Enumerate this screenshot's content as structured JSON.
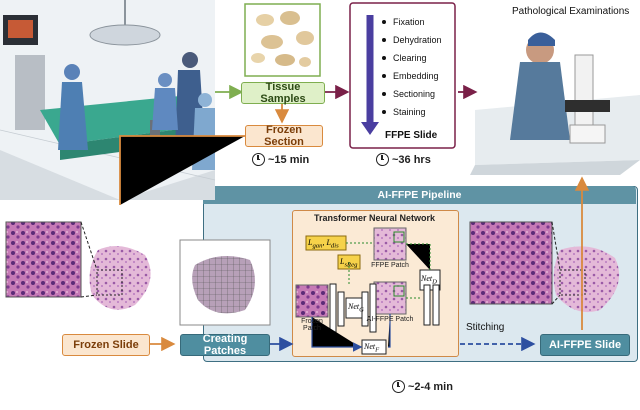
{
  "top": {
    "tissue_samples": "Tissue Samples",
    "frozen_section": "Frozen Section",
    "timer_frozen": "~15 min",
    "timer_ffpe": "~36 hrs",
    "pathological": "Pathological Examinations",
    "ffpe_steps": [
      "Fixation",
      "Dehydration",
      "Clearing",
      "Embedding",
      "Sectioning",
      "Staining"
    ],
    "ffpe_slide": "FFPE Slide"
  },
  "pipeline": {
    "title": "AI-FFPE Pipeline",
    "frozen_slide": "Frozen Slide",
    "creating_patches": "Creating Patches",
    "stitching": "Stitching",
    "ai_ffpe_slide": "AI-FFPE Slide",
    "timer": "~2-4 min"
  },
  "transformer": {
    "title": "Transformer Neural Network",
    "ffpe_patch": "FFPE Patch",
    "ai_ffpe_patch": "AI-FFPE Patch",
    "frozen_patch": "Frozen Patch"
  },
  "colors": {
    "green": "#7fae50",
    "orange": "#d98a3e",
    "purple": "#7a2048",
    "teal": "#4f8ea0",
    "blue": "#2d4fa0"
  }
}
